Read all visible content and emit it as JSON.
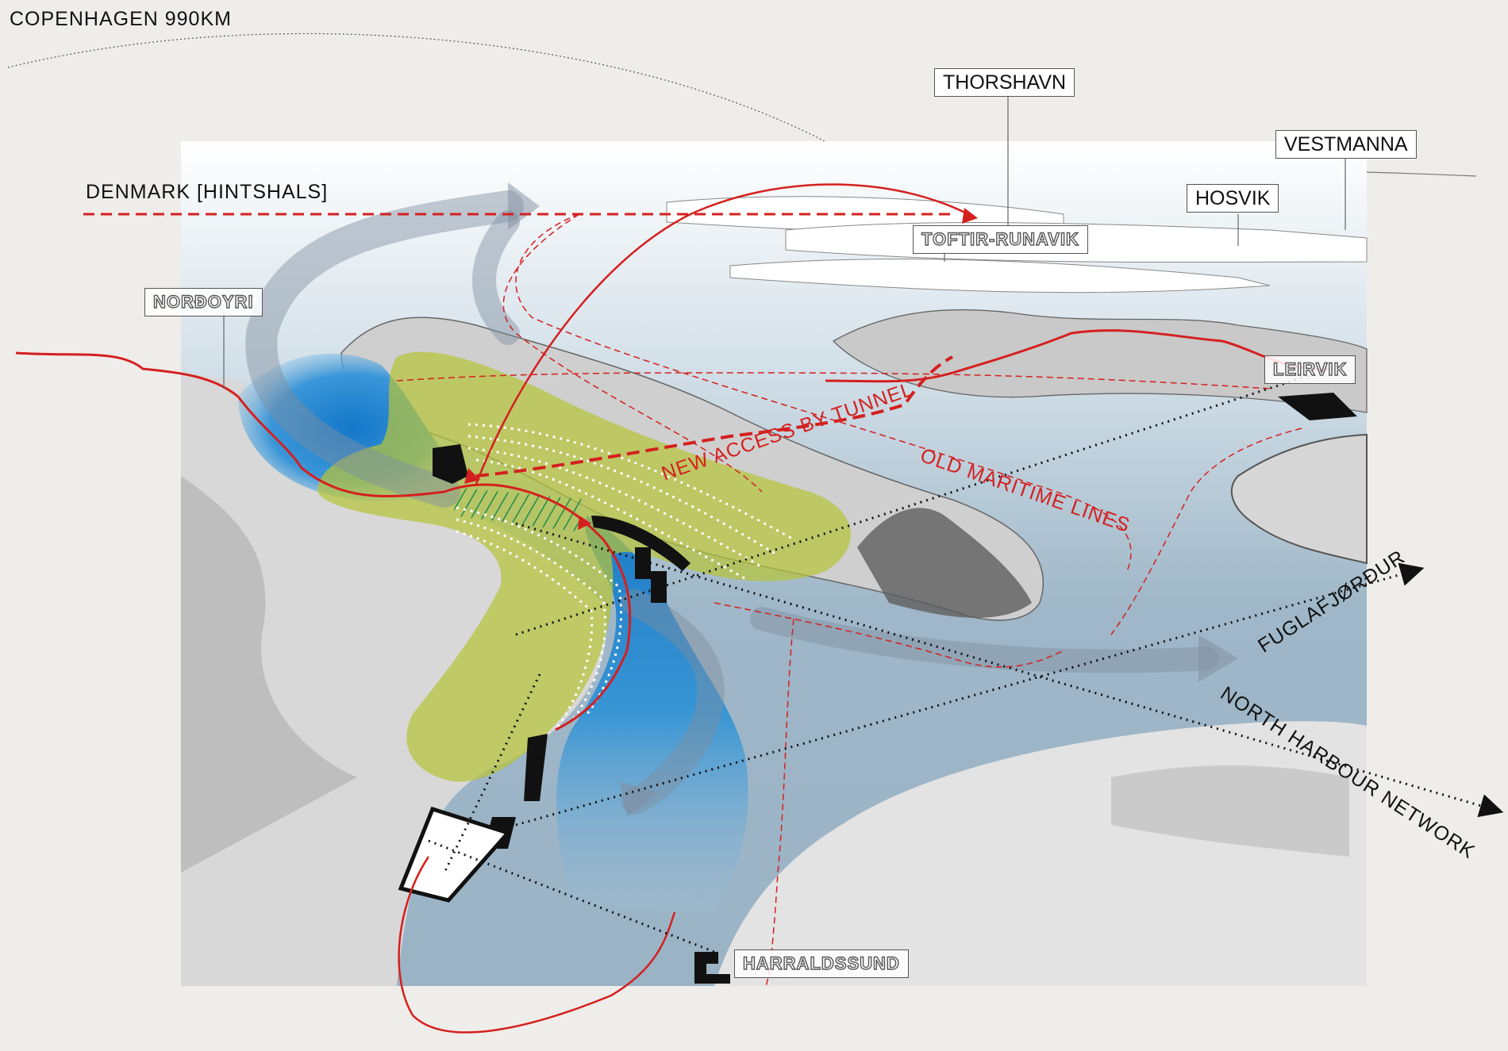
{
  "labels": {
    "copenhagen": "COPENHAGEN 990KM",
    "denmark": "DENMARK [HINTSHALS]",
    "thorshavn": "THORSHAVN",
    "vestmanna": "VESTMANNA",
    "hosvik": "HOSVIK",
    "toftir_runavik": "TOFTIR-RUNAVIK",
    "nordoyri": "NORÐOYRI",
    "leirvik": "LEIRVIK",
    "new_access": "NEW ACCESS BY TUNNEL",
    "old_maritime": "OLD MARITIME LINES",
    "fuglafjordur": "FUGLAFJØRÐUR",
    "north_harbour": "NORTH HARBOUR NETWORK",
    "harraldssund": "HARRALDSSUND"
  },
  "colors": {
    "background": "#efedea",
    "sea": "#9fb7c8",
    "deep_water": "#1d86cf",
    "land": "#dcdcdc",
    "new_zone": "#b5c43a",
    "route_red": "#d4201f",
    "network": "#111111",
    "flow_arrow": "#7f8ea0",
    "hatch": "#1f8a4c"
  }
}
